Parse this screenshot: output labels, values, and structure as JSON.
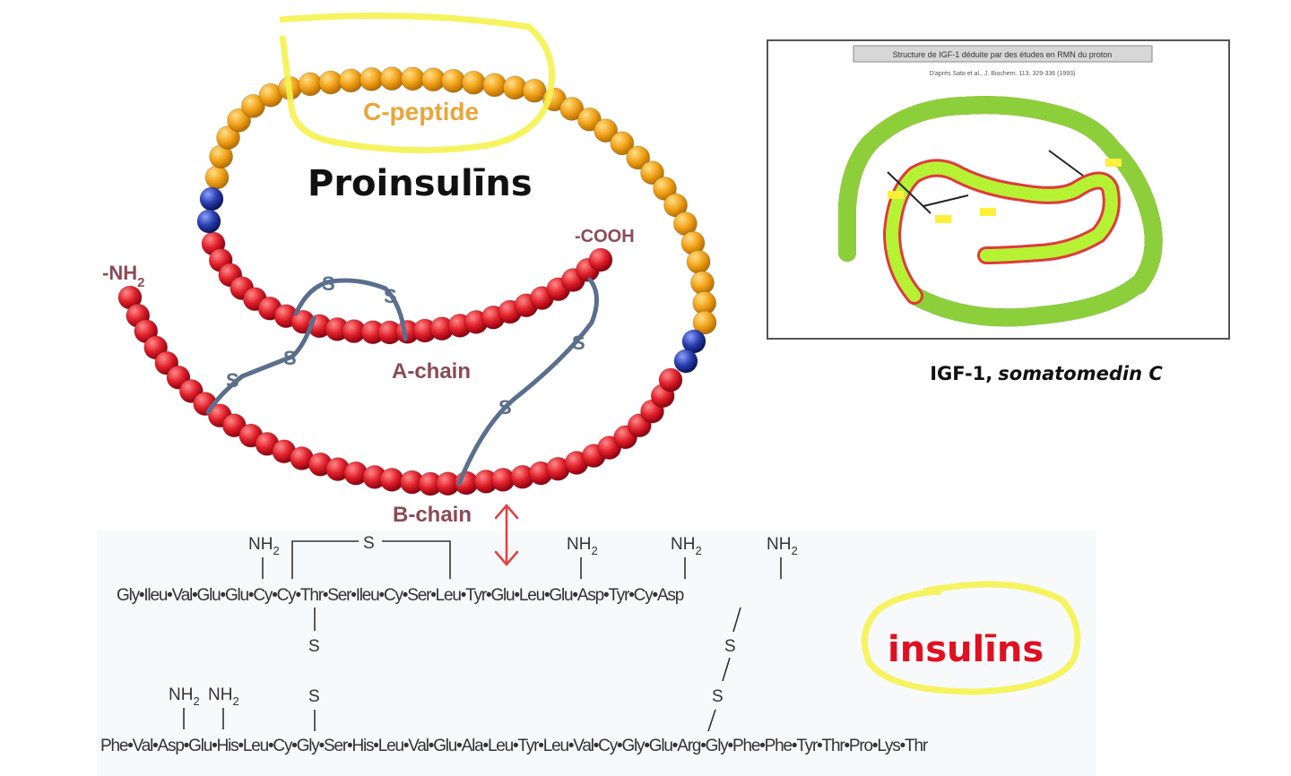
{
  "proinsulin": {
    "title": "Proinsulīns",
    "c_peptide_label": "C-peptide",
    "a_chain_label": "A-chain",
    "b_chain_label": "B-chain",
    "nh2_label": "-NH",
    "nh2_sub": "2",
    "cooh_label": "-COOH",
    "disulfide_symbol": "S"
  },
  "igf": {
    "header": "Structure de IGF-1 déduite par des études en RMN du proton",
    "subheader": "D'après Sato et al., J. Biochem. 113, 329-336 (1993)",
    "caption_bold": "IGF-1,",
    "caption_italic": "somatomedin C"
  },
  "insulin": {
    "label": "insulīns",
    "a_chain_sequence": "Gly•Ileu•Val•Glu•Glu•Cy•Cy•Thr•Ser•Ileu•Cy•Ser•Leu•Tyr•Glu•Leu•Glu•Asp•Tyr•Cy•Asp",
    "b_chain_sequence": "Phe•Val•Asp•Glu•His•Leu•Cy•Gly•Ser•His•Leu•Val•Glu•Ala•Leu•Tyr•Leu•Val•Cy•Gly•Glu•Arg•Gly•Phe•Phe•Tyr•Thr•Pro•Lys•Thr",
    "nh2": "NH",
    "nh2_sub": "2",
    "s": "S"
  },
  "colors": {
    "c_peptide": "#f2a31a",
    "chain_red": "#e0202a",
    "junction_blue": "#2a3fb0",
    "bond": "#5a6f8c",
    "maroon_label": "#8b4a55",
    "insulin_label": "#e01020",
    "highlight": "#f5f250",
    "arrow": "#e04040"
  }
}
